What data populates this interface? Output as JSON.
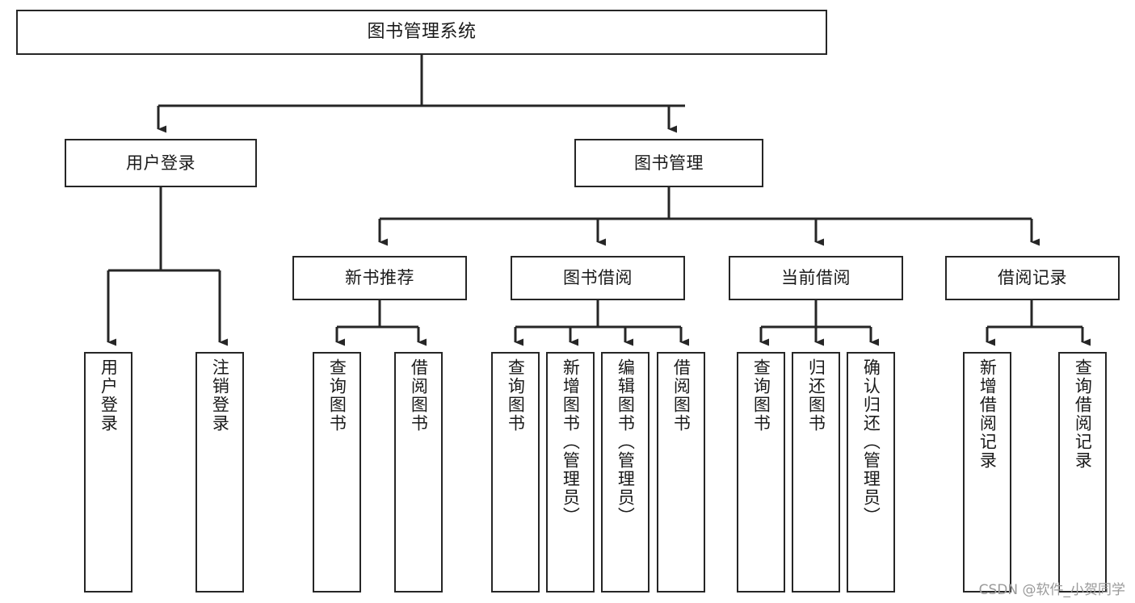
{
  "diagram": {
    "title": "图书管理系统",
    "type": "tree-hierarchy",
    "root": {
      "id": "root",
      "label": "图书管理系统"
    },
    "level2": [
      {
        "id": "user-login",
        "label": "用户登录"
      },
      {
        "id": "book-manage",
        "label": "图书管理"
      }
    ],
    "level3": [
      {
        "id": "new-book-rec",
        "label": "新书推荐",
        "parent": "book-manage"
      },
      {
        "id": "book-borrow",
        "label": "图书借阅",
        "parent": "book-manage"
      },
      {
        "id": "current-borrow",
        "label": "当前借阅",
        "parent": "book-manage"
      },
      {
        "id": "borrow-record",
        "label": "借阅记录",
        "parent": "book-manage"
      }
    ],
    "leaves": {
      "user_login": [
        {
          "id": "leaf-user-login",
          "label": "用户登录"
        },
        {
          "id": "leaf-logout",
          "label": "注销登录"
        }
      ],
      "new_book_rec": [
        {
          "id": "leaf-query-book-1",
          "label": "查询图书"
        },
        {
          "id": "leaf-borrow-book-1",
          "label": "借阅图书"
        }
      ],
      "book_borrow": [
        {
          "id": "leaf-query-book-2",
          "label": "查询图书"
        },
        {
          "id": "leaf-add-book",
          "label": "新增图书（管理员）"
        },
        {
          "id": "leaf-edit-book",
          "label": "编辑图书（管理员）"
        },
        {
          "id": "leaf-borrow-book-2",
          "label": "借阅图书"
        }
      ],
      "current_borrow": [
        {
          "id": "leaf-query-book-3",
          "label": "查询图书"
        },
        {
          "id": "leaf-return-book",
          "label": "归还图书"
        },
        {
          "id": "leaf-confirm-return",
          "label": "确认归还（管理员）"
        }
      ],
      "borrow_record": [
        {
          "id": "leaf-add-record",
          "label": "新增借阅记录"
        },
        {
          "id": "leaf-query-record",
          "label": "查询借阅记录"
        }
      ]
    }
  },
  "watermark": {
    "text": "CSDN @软件_小贺同学"
  },
  "colors": {
    "border": "#262626",
    "text": "#1a1a1a",
    "background": "#ffffff",
    "connector": "#262626",
    "watermark": "#9a9a9a"
  }
}
